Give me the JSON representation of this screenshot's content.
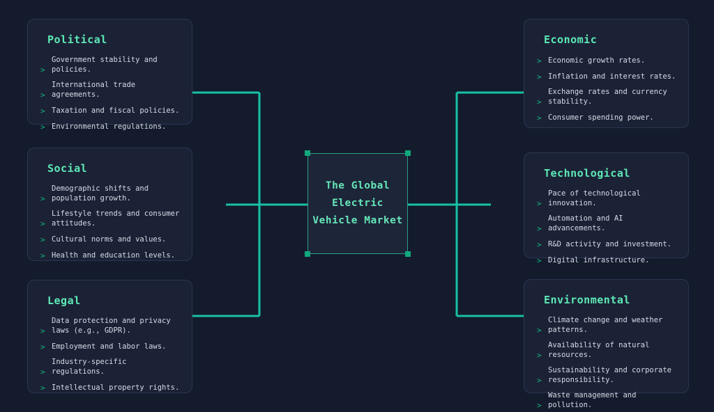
{
  "diagram": {
    "type": "pestle-mindmap",
    "center": {
      "label": "The Global\nElectric\nVehicle Market",
      "line1": "The Global",
      "line2": "Electric",
      "line3": "Vehicle Market"
    },
    "colors": {
      "background": "#141b2d",
      "card_background": "#1b2236",
      "card_border": "#2b3550",
      "title_accent": "#5ee9b5",
      "body_text": "#d6dbe6",
      "bullet": "#14b87a",
      "connector": "#17c2a5",
      "center_border": "#2f9e84",
      "center_text": "#66e6b8",
      "handle": "#12a87d"
    },
    "bullet_glyph": ">",
    "branches": [
      {
        "id": "political",
        "side": "left",
        "title": "Political",
        "items": [
          "Government stability and policies.",
          "International trade agreements.",
          "Taxation and fiscal policies.",
          "Environmental regulations."
        ]
      },
      {
        "id": "social",
        "side": "left",
        "title": "Social",
        "items": [
          "Demographic shifts and population growth.",
          "Lifestyle trends and consumer attitudes.",
          "Cultural norms and values.",
          "Health and education levels."
        ]
      },
      {
        "id": "legal",
        "side": "left",
        "title": "Legal",
        "items": [
          "Data protection and privacy laws (e.g., GDPR).",
          "Employment and labor laws.",
          "Industry-specific regulations.",
          "Intellectual property rights."
        ]
      },
      {
        "id": "economic",
        "side": "right",
        "title": "Economic",
        "items": [
          "Economic growth rates.",
          "Inflation and interest rates.",
          "Exchange rates and currency stability.",
          "Consumer spending power."
        ]
      },
      {
        "id": "technological",
        "side": "right",
        "title": "Technological",
        "items": [
          "Pace of technological innovation.",
          "Automation and AI advancements.",
          "R&D activity and investment.",
          "Digital infrastructure."
        ]
      },
      {
        "id": "environmental",
        "side": "right",
        "title": "Environmental",
        "items": [
          "Climate change and weather patterns.",
          "Availability of natural resources.",
          "Sustainability and corporate responsibility.",
          "Waste management and pollution."
        ]
      }
    ]
  }
}
